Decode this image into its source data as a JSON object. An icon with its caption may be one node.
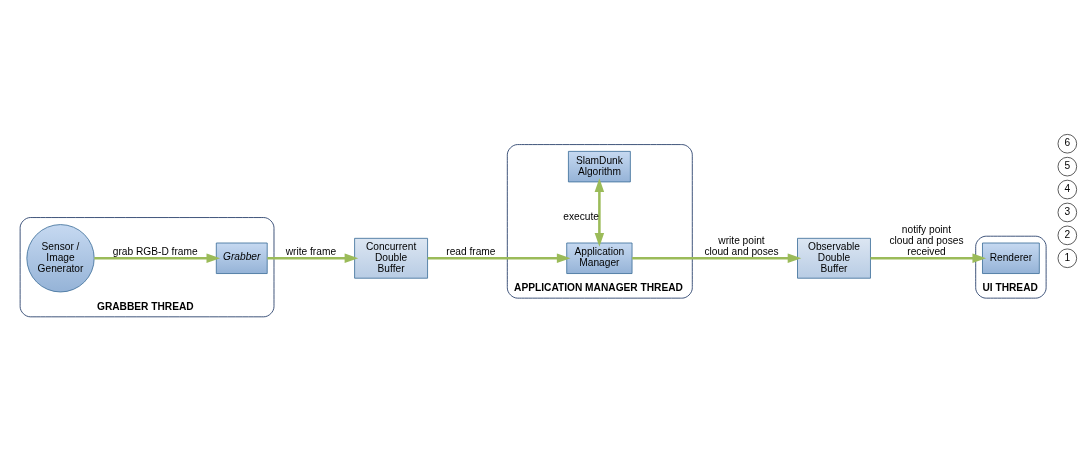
{
  "diagram": {
    "nodes": [
      {
        "text": [
          "GRABBER THREAD"
        ]
      },
      {
        "text": [
          "Sensor / Image Generator"
        ],
        "in": 0
      },
      {
        "text": [
          "Grabber"
        ],
        "in": 0
      },
      {
        "text": [
          "Concurrent Double Buffer"
        ]
      },
      {
        "text": [
          "APPLICATION MANAGER THREAD"
        ]
      },
      {
        "text": [
          "Application Manager"
        ],
        "in": 4
      },
      {
        "text": [
          "SlamDunk Algorithm"
        ],
        "in": 4
      },
      {
        "text": [
          "Observable Double Buffer"
        ]
      },
      {
        "text": [
          "UI THREAD"
        ]
      },
      {
        "text": [
          "Renderer"
        ],
        "in": 8
      }
    ],
    "edges": [
      {
        "from": 1,
        "to": 2,
        "arrow": "to",
        "label": "grab RGB-D frame"
      },
      {
        "from": 2,
        "to": 3,
        "arrow": "to",
        "label": "write frame"
      },
      {
        "from": 3,
        "to": 5,
        "arrow": "to",
        "label": "read frame"
      },
      {
        "from": 5,
        "to": 6,
        "arrow": "both",
        "label": "execute"
      },
      {
        "from": 5,
        "to": 7,
        "arrow": "to",
        "label": "write point cloud and poses"
      },
      {
        "from": 7,
        "to": 9,
        "arrow": "to",
        "label": "notify point cloud and poses received"
      }
    ],
    "labels": [
      "1",
      "2",
      "3",
      "4",
      "5",
      "6"
    ]
  }
}
